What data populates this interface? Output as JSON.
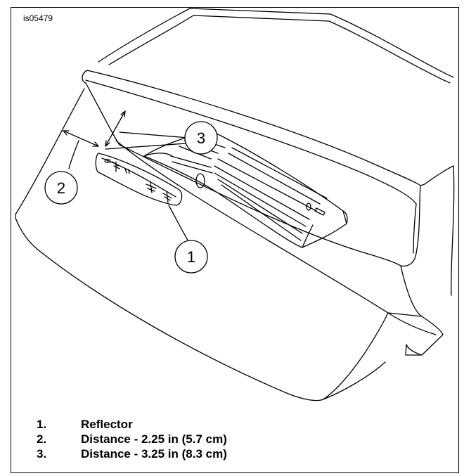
{
  "figure": {
    "id": "is05479"
  },
  "callouts": {
    "reflector": "1",
    "distance_side": "2",
    "distance_top": "3"
  },
  "legend": [
    {
      "number": "1.",
      "label": "Reflector"
    },
    {
      "number": "2.",
      "label": "Distance - 2.25 in (5.7 cm)"
    },
    {
      "number": "3.",
      "label": "Distance - 3.25 in (8.3 cm)"
    }
  ]
}
